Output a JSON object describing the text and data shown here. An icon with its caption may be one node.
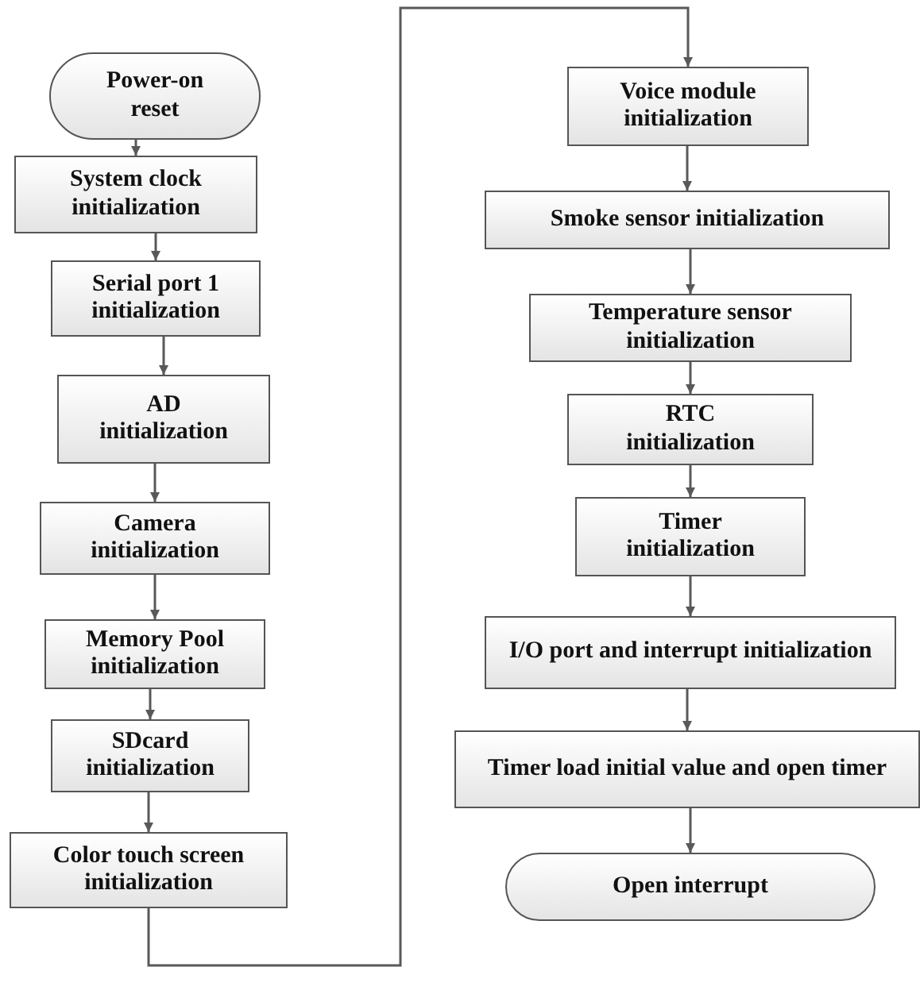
{
  "diagram": {
    "nodes": [
      {
        "text": [
          "Power-on reset"
        ]
      },
      {
        "text": [
          "System clock initialization"
        ]
      },
      {
        "text": [
          "Serial port 1 initialization"
        ]
      },
      {
        "text": [
          "AD initialization"
        ]
      },
      {
        "text": [
          "Camera initialization"
        ]
      },
      {
        "text": [
          "Memory Pool initialization"
        ]
      },
      {
        "text": [
          "SDcard initialization"
        ]
      },
      {
        "text": [
          "Color touch screen initialization"
        ]
      },
      {
        "text": [
          "Voice module initialization"
        ]
      },
      {
        "text": [
          "Smoke sensor initialization"
        ]
      },
      {
        "text": [
          "Temperature sensor initialization"
        ]
      },
      {
        "text": [
          "RTC initialization"
        ]
      },
      {
        "text": [
          "Timer initialization"
        ]
      },
      {
        "text": [
          "I/O port and interrupt initialization"
        ]
      },
      {
        "text": [
          "Timer load initial value and open timer"
        ]
      },
      {
        "text": [
          "Open interrupt"
        ]
      }
    ],
    "edges": [
      {
        "from": 0,
        "to": 1,
        "arrow": "to"
      },
      {
        "from": 1,
        "to": 2,
        "arrow": "to"
      },
      {
        "from": 2,
        "to": 3,
        "arrow": "to"
      },
      {
        "from": 3,
        "to": 4,
        "arrow": "to"
      },
      {
        "from": 4,
        "to": 5,
        "arrow": "to"
      },
      {
        "from": 5,
        "to": 6,
        "arrow": "to"
      },
      {
        "from": 6,
        "to": 7,
        "arrow": "to"
      },
      {
        "from": 7,
        "to": 8,
        "arrow": "to"
      },
      {
        "from": 8,
        "to": 9,
        "arrow": "to"
      },
      {
        "from": 9,
        "to": 10,
        "arrow": "to"
      },
      {
        "from": 10,
        "to": 11,
        "arrow": "to"
      },
      {
        "from": 11,
        "to": 12,
        "arrow": "to"
      },
      {
        "from": 12,
        "to": 13,
        "arrow": "to"
      },
      {
        "from": 13,
        "to": 14,
        "arrow": "to"
      },
      {
        "from": 14,
        "to": 15,
        "arrow": "to"
      }
    ]
  }
}
